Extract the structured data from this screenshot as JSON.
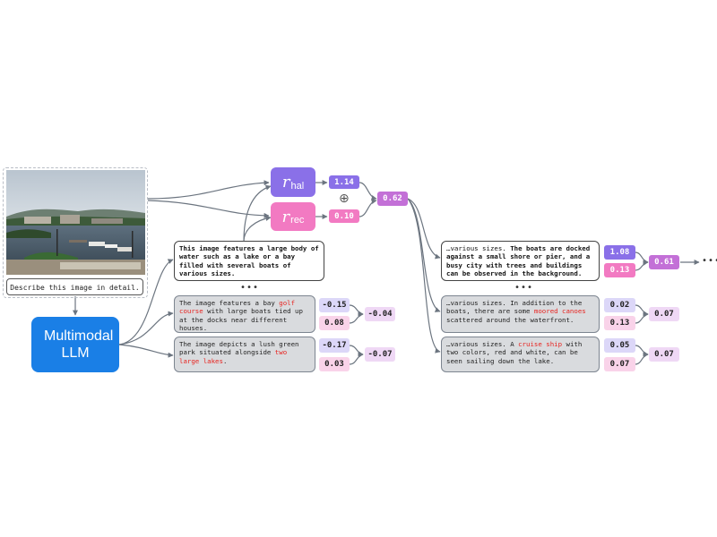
{
  "prompt": "Describe this image in detail.",
  "model_label": "Multimodal LLM",
  "rewards": {
    "hal": {
      "symbol": "r",
      "sub": "hal",
      "score": "1.14"
    },
    "rec": {
      "symbol": "r",
      "sub": "rec",
      "score": "0.10"
    },
    "combined": "0.62",
    "plus_symbol": "⊕"
  },
  "first_stage": {
    "best": {
      "text": "This image features a large body of water such as a lake or a bay filled with several boats of various sizes."
    },
    "ellipsis": "•••",
    "others": [
      {
        "pre": "The image features a bay ",
        "hl": "golf course",
        "post": " with large boats tied up at the docks near different houses.",
        "hal": "-0.15",
        "rec": "0.08",
        "total": "-0.04"
      },
      {
        "pre": "The image depicts a lush green park situated alongside ",
        "hl": "two large lakes",
        "post": ".",
        "hal": "-0.17",
        "rec": "0.03",
        "total": "-0.07"
      }
    ]
  },
  "second_stage": {
    "best": {
      "lead": "…various sizes. ",
      "text": "The boats are docked against a small shore or pier, and a busy city with trees and buildings can be observed in the background.",
      "hal": "1.08",
      "rec": "0.13",
      "total": "0.61",
      "tail": "•••"
    },
    "ellipsis": "•••",
    "others": [
      {
        "pre": "…various sizes. In addition to the boats, there are some ",
        "hl": "moored canoes",
        "post": " scattered around the waterfront.",
        "hal": "0.02",
        "rec": "0.13",
        "total": "0.07"
      },
      {
        "pre": "…various sizes. A ",
        "hl": "cruise ship",
        "post": " with two colors, red and white, can be seen sailing down the lake.",
        "hal": "0.05",
        "rec": "0.07",
        "total": "0.07"
      }
    ]
  },
  "colors": {
    "llm": "#1a7fe6",
    "hal": "#8a70e8",
    "hal_light": "#dcd7f8",
    "rec": "#f27ac2",
    "rec_light": "#f9d3e9",
    "combined": "#c370d7",
    "combined_light": "#efd8f5",
    "line": "#6c7580"
  }
}
